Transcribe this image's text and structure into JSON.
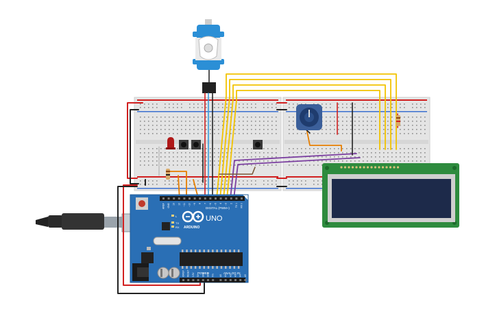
{
  "arduino": {
    "brand": "ARDUINO",
    "model": "UNO",
    "digital_label": "DIGITAL (PWM~)",
    "analog_label": "ANALOG IN",
    "power_label": "POWER",
    "tx_label": "TX",
    "rx_label": "RX",
    "l_label": "L",
    "digital_pins": [
      "AREF",
      "GND",
      "13",
      "12",
      "~11",
      "~10",
      "~9",
      "8",
      "7",
      "~6",
      "~5",
      "4",
      "~3",
      "2",
      "TX 1",
      "RX 0"
    ],
    "power_pins": [
      "IOREF",
      "RESET",
      "3.3V",
      "5V",
      "GND",
      "GND",
      "Vin"
    ],
    "analog_pins": [
      "A0",
      "A1",
      "A2",
      "A3",
      "A4",
      "A5"
    ]
  },
  "colors": {
    "board": "#2a6fb5",
    "board_dark": "#1f5a96",
    "breadboard": "#e4e4e4",
    "wire_red": "#d11f1f",
    "wire_black": "#222222",
    "wire_yellow": "#f2c300",
    "wire_orange": "#e67e00",
    "wire_purple": "#7b3fa0",
    "wire_blue": "#3a9bd9",
    "lcd_pcb": "#2e8b3e",
    "lcd_screen": "#1d2a4a",
    "servo": "#2b8fd6"
  },
  "icons": [
    "servo-motor",
    "usb-cable",
    "push-button",
    "led",
    "resistor",
    "potentiometer",
    "lcd-display"
  ]
}
